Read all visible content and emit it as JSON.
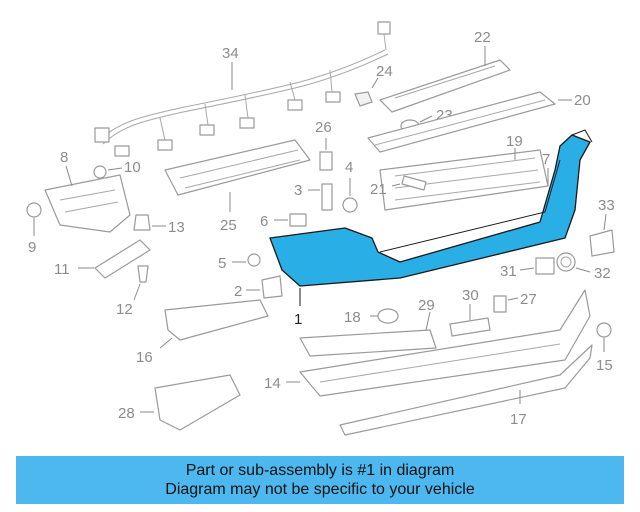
{
  "callouts": {
    "c1": "1",
    "c2": "2",
    "c3": "3",
    "c4": "4",
    "c5": "5",
    "c6": "6",
    "c7": "7",
    "c8": "8",
    "c9": "9",
    "c10": "10",
    "c11": "11",
    "c12": "12",
    "c13": "13",
    "c14": "14",
    "c15": "15",
    "c16": "16",
    "c17": "17",
    "c18": "18",
    "c19": "19",
    "c20": "20",
    "c21": "21",
    "c22": "22",
    "c23": "23",
    "c24": "24",
    "c25": "25",
    "c26": "26",
    "c27": "27",
    "c28": "28",
    "c29": "29",
    "c30": "30",
    "c31": "31",
    "c32": "32",
    "c33": "33",
    "c34": "34"
  },
  "banner": {
    "line1": "Part or sub-assembly is #1 in diagram",
    "line2": "Diagram may not be specific to your vehicle"
  },
  "colors": {
    "highlight": "#29aee6",
    "banner": "#4db8ef"
  }
}
